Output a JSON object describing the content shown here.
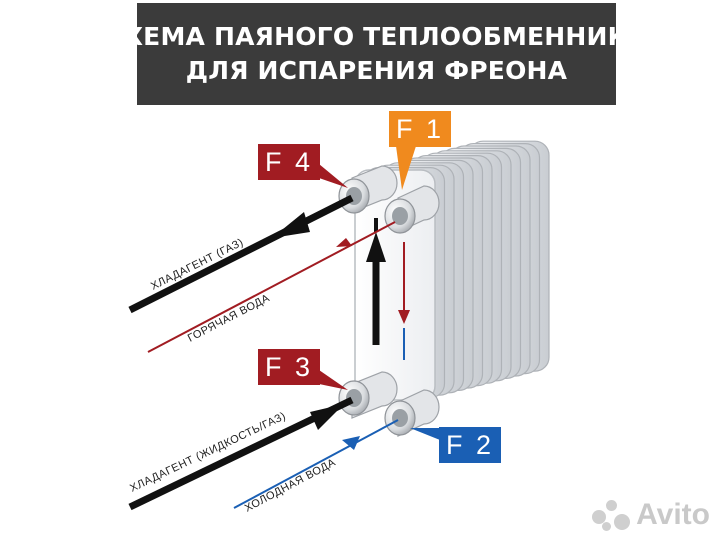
{
  "title": {
    "line1": "СХЕМА ПАЯНОГО ТЕПЛООБМЕННИКА",
    "line2": "ДЛЯ ИСПАРЕНИЯ ФРЕОНА"
  },
  "ports": {
    "f1": "F 1",
    "f2": "F 2",
    "f3": "F 3",
    "f4": "F 4"
  },
  "flows": {
    "refrigerant_gas": "ХЛАДАГЕНТ (ГАЗ)",
    "hot_water": "ГОРЯЧАЯ ВОДА",
    "refrigerant_liquid_gas": "ХЛАДАГЕНТ (ЖИДКОСТЬ/ГАЗ)",
    "cold_water": "ХОЛОДНАЯ ВОДА"
  },
  "watermark": "Avito",
  "colors": {
    "title_bg": "#3b3b3b",
    "f1": "#f08a1e",
    "f2": "#1a5fb4",
    "f3": "#a11c22",
    "f4": "#a11c22",
    "hot": "#a11c22",
    "cold": "#1a5fb4",
    "refrigerant": "#111111"
  }
}
